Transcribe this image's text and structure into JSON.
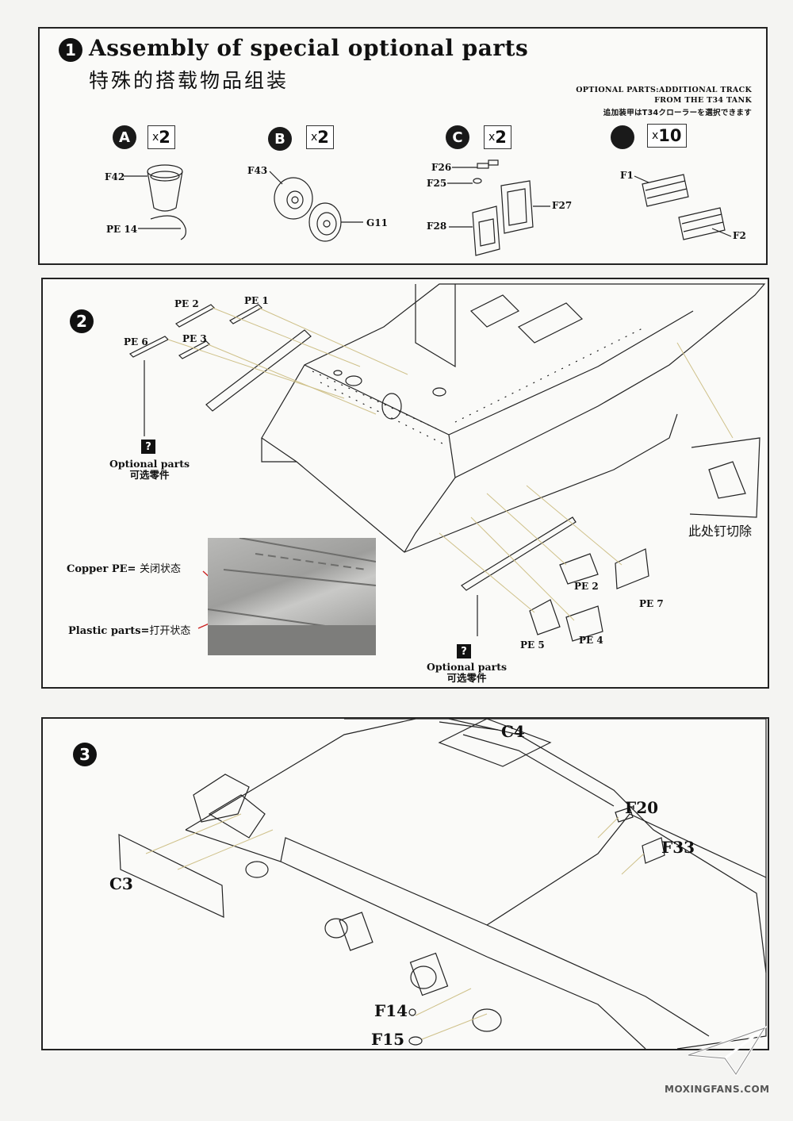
{
  "step1": {
    "number": "1",
    "title_en": "Assembly of special optional parts",
    "title_cn": "特殊的搭载物品组装",
    "optional_note_line1": "OPTIONAL PARTS:ADDITIONAL TRACK",
    "optional_note_line2": "FROM THE T34 TANK",
    "optional_note_line3": "追加装甲はT34クローラーを選択できます",
    "groups": [
      {
        "badge": "A",
        "qty_prefix": "x",
        "qty": "2"
      },
      {
        "badge": "B",
        "qty_prefix": "x",
        "qty": "2"
      },
      {
        "badge": "C",
        "qty_prefix": "x",
        "qty": "2"
      },
      {
        "badge": "",
        "qty_prefix": "x",
        "qty": "10"
      }
    ],
    "parts": {
      "f42": "F42",
      "pe14": "PE 14",
      "f43": "F43",
      "g11": "G11",
      "f26": "F26",
      "f25": "F25",
      "f28": "F28",
      "f27": "F27",
      "f1": "F1",
      "f2": "F2"
    }
  },
  "step2": {
    "number": "2",
    "parts": {
      "pe2_top": "PE 2",
      "pe1": "PE 1",
      "pe6": "PE 6",
      "pe3": "PE 3",
      "pe2_bottom": "PE 2",
      "pe7": "PE 7",
      "pe5": "PE 5",
      "pe4": "PE 4"
    },
    "optional_icon": "?",
    "optional_label_en": "Optional parts",
    "optional_label_cn": "可选零件",
    "cut_note": "此处钉切除",
    "legend_copper": "Copper PE=",
    "legend_copper_cn": "关闭状态",
    "legend_plastic": "Plastic parts=",
    "legend_plastic_cn": "打开状态"
  },
  "step3": {
    "number": "3",
    "parts": {
      "c4": "C4",
      "c3": "C3",
      "f20": "F20",
      "f33": "F33",
      "f14": "F14",
      "f15": "F15"
    }
  },
  "watermark": "MOXINGFANS.COM",
  "colors": {
    "ink": "#111111",
    "paper": "#fafaf8",
    "line": "#333333",
    "leader": "#d9c98a"
  }
}
